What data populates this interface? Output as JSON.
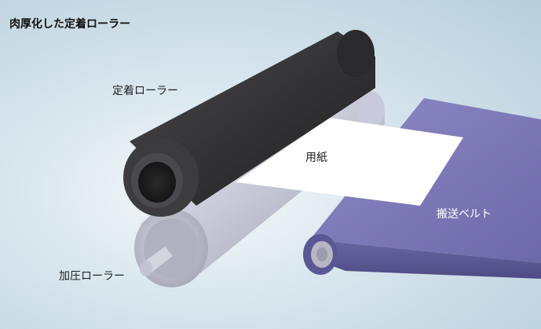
{
  "title": "肉厚化した定着ローラー",
  "labels": {
    "fixing_roller": "定着ローラー",
    "paper": "用紙",
    "belt": "搬送ベルト",
    "pressure_roller": "加圧ローラー"
  },
  "colors": {
    "background": "#c8dae4",
    "fixing_roller": "#3a3a3c",
    "pressure_roller": "#b9bac8",
    "belt": "#7e79b7",
    "paper": "#ffffff"
  }
}
